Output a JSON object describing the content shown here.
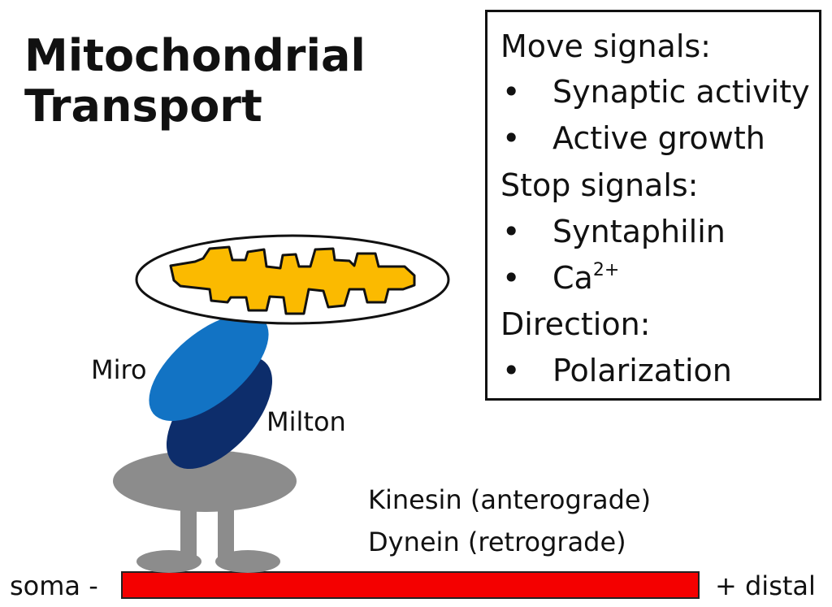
{
  "title": {
    "line1": "Mitochondrial",
    "line2": "Transport"
  },
  "signals_box": {
    "move_heading": "Move signals:",
    "move_items": [
      "Synaptic activity",
      "Active growth"
    ],
    "stop_heading": "Stop signals:",
    "stop_items": [
      "Syntaphilin",
      "Ca"
    ],
    "stop_item_superscript": "2+",
    "direction_heading": "Direction:",
    "direction_items": [
      "Polarization"
    ],
    "bullet": "•"
  },
  "diagram": {
    "miro_label": "Miro",
    "milton_label": "Milton",
    "kinesin_label": "Kinesin (anterograde)",
    "dynein_label": "Dynein (retrograde)",
    "soma_label": "soma -",
    "distal_label": "+ distal"
  },
  "colors": {
    "mitochondrion_fill": "#FBBA00",
    "miro": "#1273C4",
    "milton": "#0D2D6B",
    "motor": "#8C8C8C",
    "microtubule": "#F40000"
  }
}
